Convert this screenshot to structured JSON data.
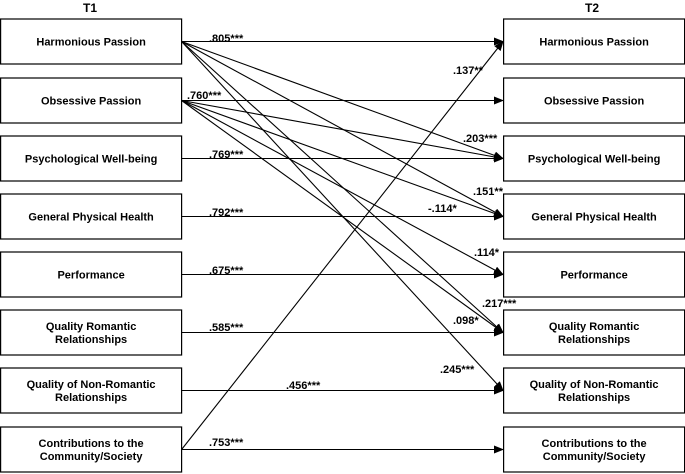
{
  "diagram": {
    "column_left_label": "T1",
    "column_right_label": "T2",
    "left_boxes": [
      {
        "lines": [
          "Harmonious Passion"
        ]
      },
      {
        "lines": [
          "Obsessive Passion"
        ]
      },
      {
        "lines": [
          "Psychological Well-being"
        ]
      },
      {
        "lines": [
          "General Physical Health"
        ]
      },
      {
        "lines": [
          "Performance"
        ]
      },
      {
        "lines": [
          "Quality Romantic",
          "Relationships"
        ]
      },
      {
        "lines": [
          "Quality of Non-Romantic",
          "Relationships"
        ]
      },
      {
        "lines": [
          "Contributions to the",
          "Community/Society"
        ]
      }
    ],
    "right_boxes": [
      {
        "lines": [
          "Harmonious Passion"
        ]
      },
      {
        "lines": [
          "Obsessive Passion"
        ]
      },
      {
        "lines": [
          "Psychological Well-being"
        ]
      },
      {
        "lines": [
          "General Physical Health"
        ]
      },
      {
        "lines": [
          "Performance"
        ]
      },
      {
        "lines": [
          "Quality Romantic",
          "Relationships"
        ]
      },
      {
        "lines": [
          "Quality of Non-Romantic",
          "Relationships"
        ]
      },
      {
        "lines": [
          "Contributions to the",
          "Community/Society"
        ]
      }
    ],
    "paths": [
      {
        "from": 0,
        "to": 0,
        "label": ".805***"
      },
      {
        "from": 1,
        "to": 1,
        "label": ".760***"
      },
      {
        "from": 2,
        "to": 2,
        "label": ".769***"
      },
      {
        "from": 3,
        "to": 3,
        "label": ".792***"
      },
      {
        "from": 4,
        "to": 4,
        "label": ".675***"
      },
      {
        "from": 5,
        "to": 5,
        "label": ".585***"
      },
      {
        "from": 6,
        "to": 6,
        "label": ".456***"
      },
      {
        "from": 7,
        "to": 7,
        "label": ".753***"
      },
      {
        "from": 7,
        "to": 0,
        "label": ".137**"
      },
      {
        "from": 0,
        "to": 2,
        "label": ".203***"
      },
      {
        "from": 0,
        "to": 3,
        "label": ".151**"
      },
      {
        "from": 1,
        "to": 3,
        "label": "-.114*"
      },
      {
        "from": 1,
        "to": 4,
        "label": ".114*"
      },
      {
        "from": 0,
        "to": 5,
        "label": ".217***"
      },
      {
        "from": 1,
        "to": 5,
        "label": ".098*"
      },
      {
        "from": 0,
        "to": 6,
        "label": ".245***"
      },
      {
        "from": 1,
        "to": 2,
        "label": ""
      }
    ]
  }
}
